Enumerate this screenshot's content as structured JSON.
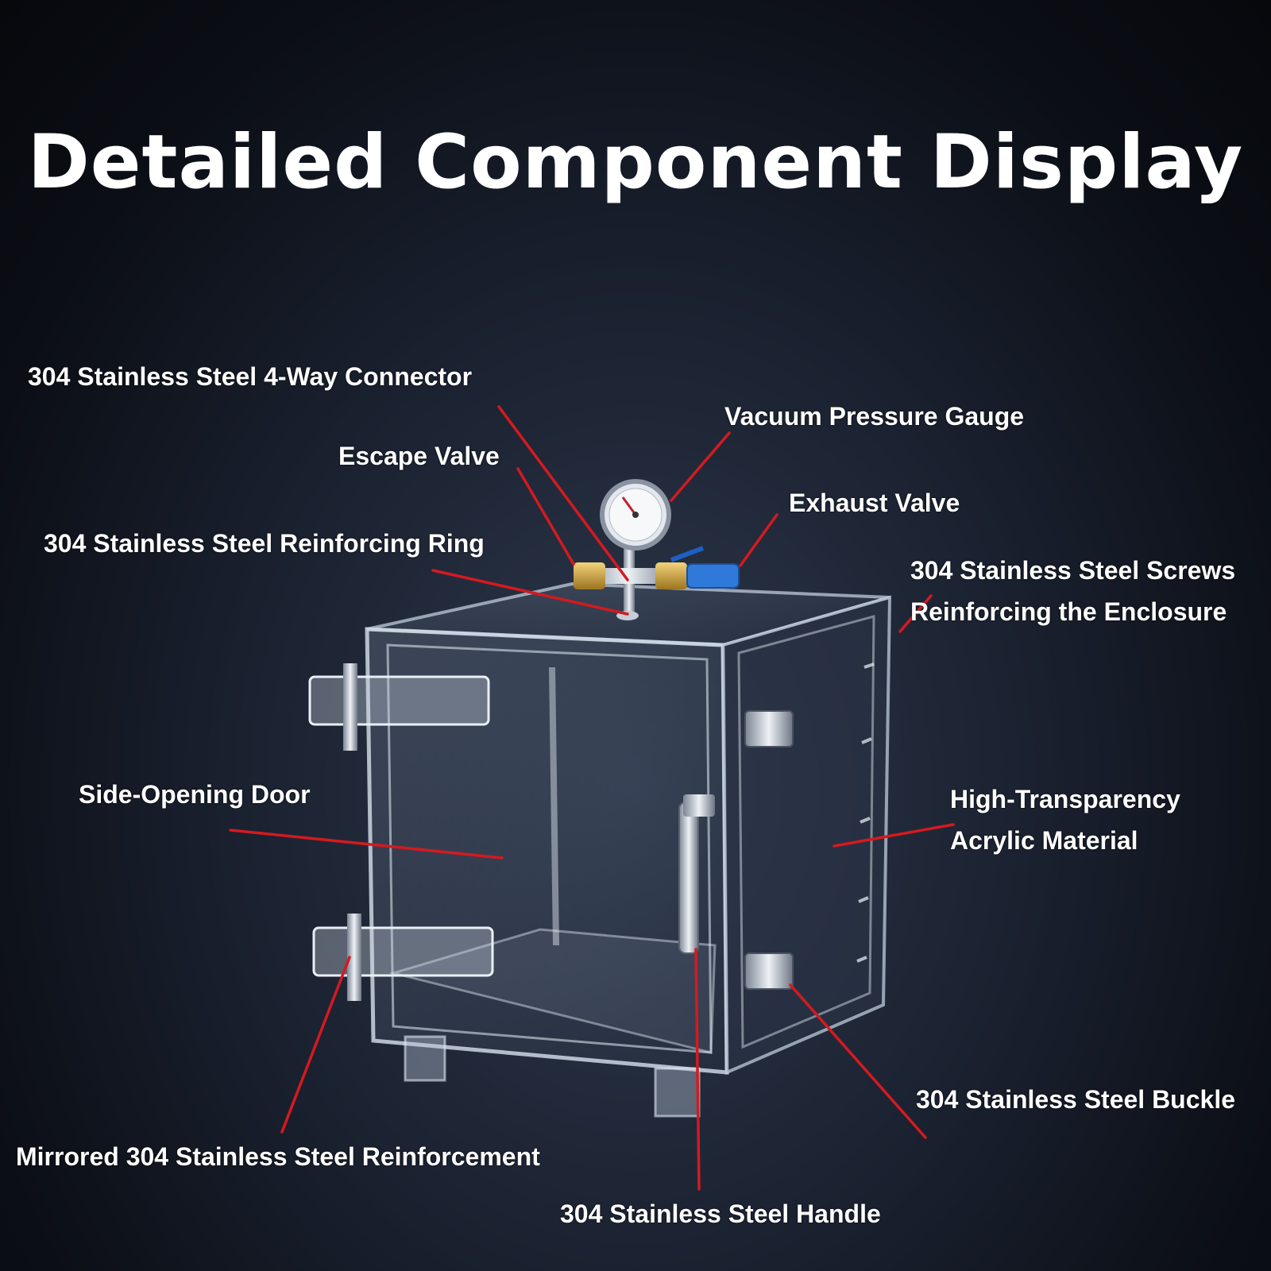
{
  "title": "Detailed Component Display",
  "colors": {
    "leader_line": "#d41a1f",
    "background": "#0b0e15",
    "text": "#ffffff"
  },
  "labels": {
    "connector": "304 Stainless Steel 4-Way Connector",
    "gauge": "Vacuum Pressure Gauge",
    "escape_valve": "Escape Valve",
    "exhaust_valve": "Exhaust Valve",
    "reinforcing_ring": "304 Stainless Steel Reinforcing Ring",
    "screws_line1": "304 Stainless Steel Screws",
    "screws_line2": "Reinforcing the Enclosure",
    "door": "Side-Opening Door",
    "acrylic_line1": "High-Transparency",
    "acrylic_line2": "Acrylic Material",
    "buckle": "304 Stainless Steel Buckle",
    "mirrored": "Mirrored 304 Stainless Steel Reinforcement",
    "handle": "304 Stainless Steel Handle"
  }
}
